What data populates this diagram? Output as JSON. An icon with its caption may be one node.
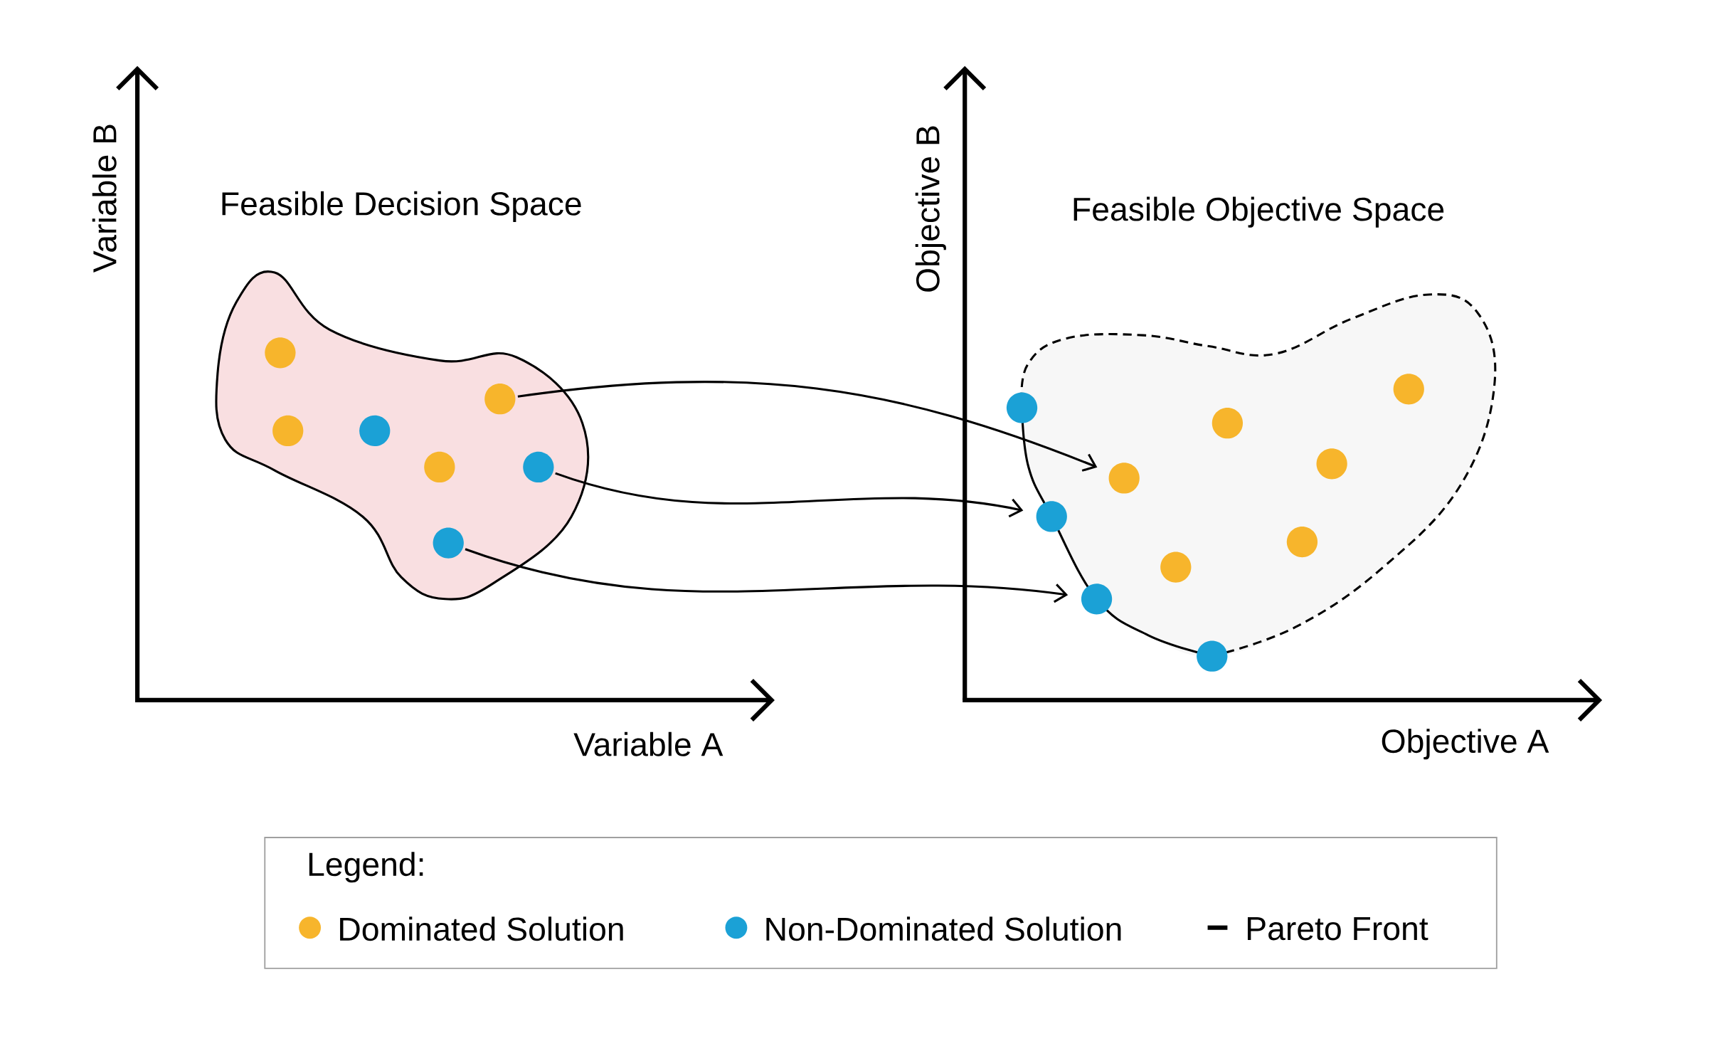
{
  "diagram": {
    "nodes": [
      {
        "text": [
          "Feasible Decision Space"
        ]
      },
      {
        "text": [],
        "shape": "circle",
        "in": 0
      },
      {
        "text": [],
        "shape": "circle",
        "in": 0
      },
      {
        "text": [],
        "shape": "circle",
        "in": 0
      },
      {
        "text": [],
        "shape": "circle",
        "in": 0
      },
      {
        "text": [],
        "shape": "circle",
        "in": 0
      },
      {
        "text": [],
        "shape": "circle",
        "in": 0
      },
      {
        "text": [],
        "shape": "circle",
        "in": 0
      },
      {
        "text": [
          "Feasible Objective Space"
        ]
      },
      {
        "text": [],
        "shape": "circle",
        "in": 8
      },
      {
        "text": [],
        "shape": "circle",
        "in": 8
      },
      {
        "text": [],
        "shape": "circle",
        "in": 8
      },
      {
        "text": [],
        "shape": "circle",
        "in": 8
      },
      {
        "text": [],
        "shape": "circle",
        "in": 8
      },
      {
        "text": [],
        "shape": "circle",
        "in": 8
      },
      {
        "text": [],
        "shape": "circle",
        "in": 8
      },
      {
        "text": [],
        "shape": "circle",
        "in": 8
      },
      {
        "text": [],
        "shape": "circle",
        "in": 8
      },
      {
        "text": [],
        "shape": "circle",
        "in": 8
      }
    ],
    "edges": [
      {
        "from": 4,
        "to": 13,
        "arrow": "to"
      },
      {
        "from": 6,
        "to": 14,
        "arrow": "to"
      },
      {
        "from": 7,
        "to": 17,
        "arrow": "to"
      }
    ],
    "labels": [
      "Variable B",
      "Objective B",
      "Variable A",
      "Objective A",
      "Legend:"
    ],
    "legend": [
      {
        "text": "Dominated Solution",
        "color": "#f7b52c"
      },
      {
        "text": "Non-Dominated Solution",
        "color": "#1ba1d6"
      },
      {
        "text": "Pareto Front"
      }
    ]
  }
}
